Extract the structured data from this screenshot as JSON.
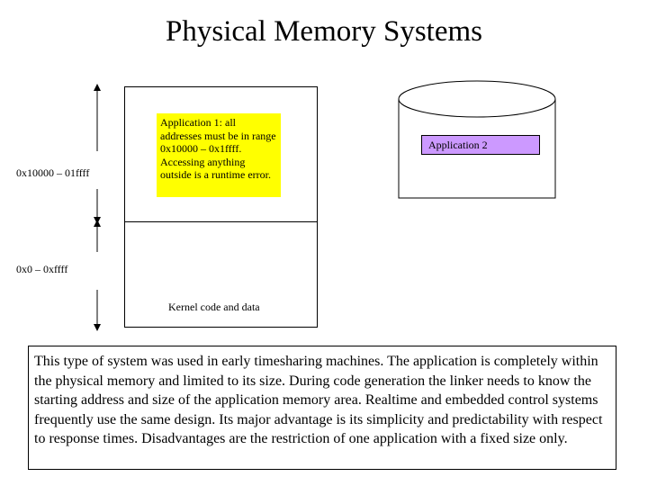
{
  "title": "Physical Memory Systems",
  "memory": {
    "upper_range_label": "0x10000 – 01ffff",
    "lower_range_label": "0x0 – 0xffff",
    "app1_text": "Application 1: all addresses must be in range 0x10000 – 0x1ffff. Accessing anything outside is a runtime error.",
    "kernel_label": "Kernel code and data"
  },
  "disk": {
    "app2_label": "Application 2"
  },
  "description": "This type of system was used in early timesharing machines. The application is completely within the physical memory and limited to its size. During code generation the linker needs to know the starting address and size of the application memory area. Realtime and embedded control systems frequently use the same design. Its major advantage is its simplicity and predictability with respect to response times. Disadvantages are the restriction of one application with a fixed size only.",
  "colors": {
    "app1_fill": "#ffff00",
    "app2_fill": "#cc99ff"
  }
}
